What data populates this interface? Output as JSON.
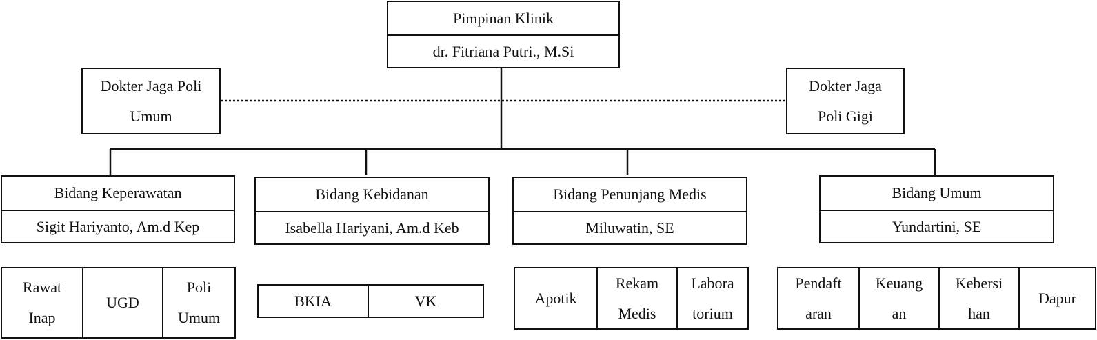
{
  "head": {
    "title": "Pimpinan Klinik",
    "name": "dr. Fitriana Putri., M.Si"
  },
  "side_left": "Dokter Jaga Poli\nUmum",
  "side_right": "Dokter Jaga\nPoli Gigi",
  "departments": [
    {
      "title": "Bidang Keperawatan",
      "name": "Sigit Hariyanto, Am.d Kep",
      "units": [
        "Rawat\nInap",
        "UGD",
        "Poli\nUmum"
      ]
    },
    {
      "title": "Bidang Kebidanan",
      "name": "Isabella Hariyani, Am.d Keb",
      "units": [
        "BKIA",
        "VK"
      ]
    },
    {
      "title": "Bidang Penunjang Medis",
      "name": "Miluwatin, SE",
      "units": [
        "Apotik",
        "Rekam\nMedis",
        "Labora\ntorium"
      ]
    },
    {
      "title": "Bidang Umum",
      "name": "Yundartini, SE",
      "units": [
        "Pendaft\naran",
        "Keuang\nan",
        "Kebersi\nhan",
        "Dapur"
      ]
    }
  ]
}
